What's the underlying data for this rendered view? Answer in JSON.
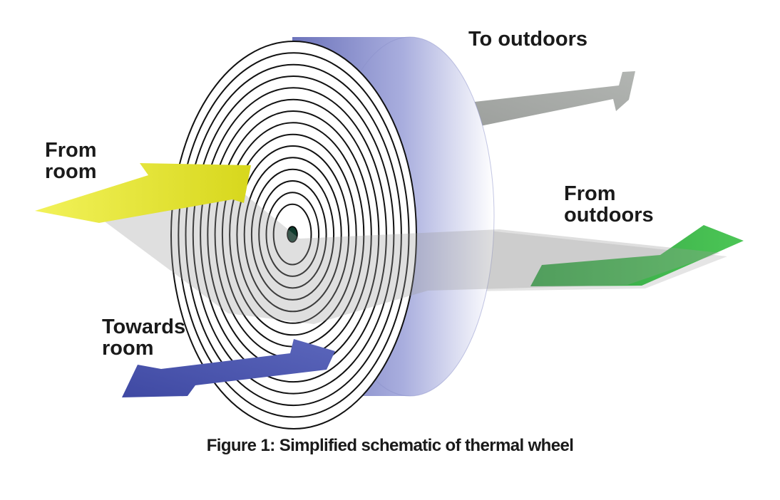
{
  "labels": {
    "to_outdoors": "To outdoors",
    "from_room_1": "From",
    "from_room_2": "room",
    "from_outdoors_1": "From",
    "from_outdoors_2": "outdoors",
    "towards_room_1": "Towards",
    "towards_room_2": "room"
  },
  "caption": "Figure 1: Simplified schematic of thermal wheel",
  "colors": {
    "to_outdoors_arrow": "#a3a6a3",
    "from_room_arrow": "#e2e22a",
    "from_outdoors_arrow": "#3cb84a",
    "towards_room_arrow": "#4d57b0",
    "wheel_rim": "#7f86c4",
    "wheel_face": "#ffffff",
    "rings": "#111111"
  },
  "wheel": {
    "ring_count": 14
  }
}
